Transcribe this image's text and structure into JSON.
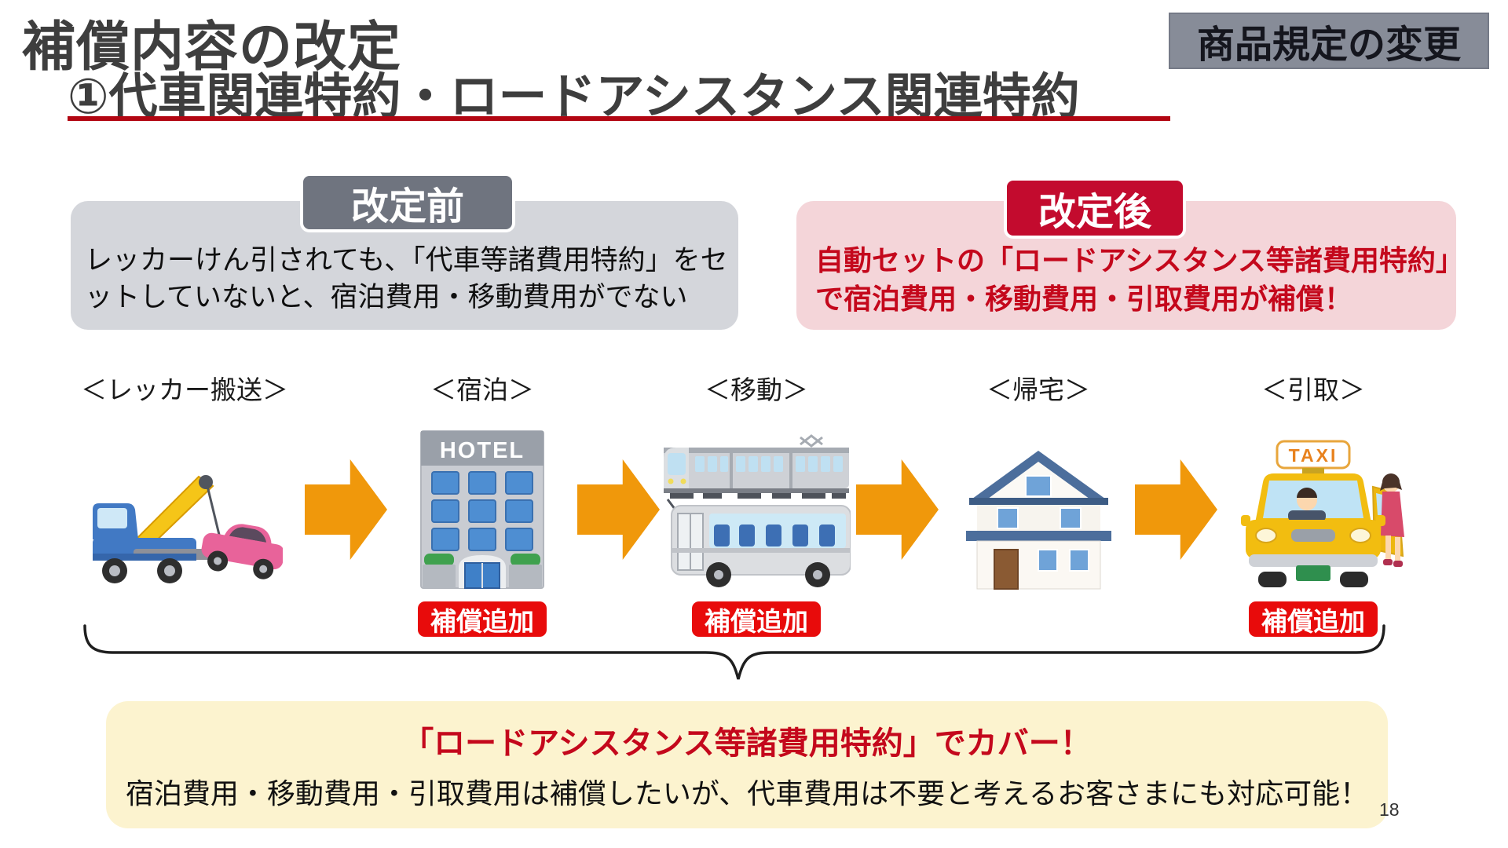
{
  "header": {
    "title": "補償内容の改定",
    "subtitle": "①代車関連特約・ロードアシスタンス関連特約",
    "corner_badge": "商品規定の変更"
  },
  "before_box": {
    "label": "改定前",
    "line1": "レッカーけん引されても、「代車等諸費用特約」をセ",
    "line2": "ットしていないと、宿泊費用・移動費用がでない"
  },
  "after_box": {
    "label": "改定後",
    "line1": "自動セットの「ロードアシスタンス等諸費用特約」",
    "line2": "で宿泊費用・移動費用・引取費用が補償！"
  },
  "flow": {
    "steps": [
      {
        "label": "＜レッカー搬送＞",
        "icon": "tow-truck-icon"
      },
      {
        "label": "＜宿泊＞",
        "icon": "hotel-icon",
        "badge": "補償追加"
      },
      {
        "label": "＜移動＞",
        "icon": "train-bus-icon",
        "badge": "補償追加"
      },
      {
        "label": "＜帰宅＞",
        "icon": "house-icon"
      },
      {
        "label": "＜引取＞",
        "icon": "taxi-icon",
        "badge": "補償追加"
      }
    ],
    "hotel_sign": "HOTEL",
    "taxi_sign": "TAXI"
  },
  "summary_box": {
    "headline": "「ロードアシスタンス等諸費用特約」でカバー！",
    "body": "宿泊費用・移動費用・引取費用は補償したいが、代車費用は不要と考えるお客さまにも対応可能！"
  },
  "footer": {
    "page_number": "18"
  },
  "colors": {
    "accent_red": "#c4081c",
    "label_red": "#c30b2e",
    "badge_red": "#e80b0b",
    "underline_red": "#b20612",
    "label_gray": "#6f747f",
    "corner_badge_gray": "#878c98",
    "box_gray": "#d4d6db",
    "box_pink": "#f4d5d9",
    "box_yellow": "#fcf3cf",
    "arrow_orange": "#f0980b"
  }
}
